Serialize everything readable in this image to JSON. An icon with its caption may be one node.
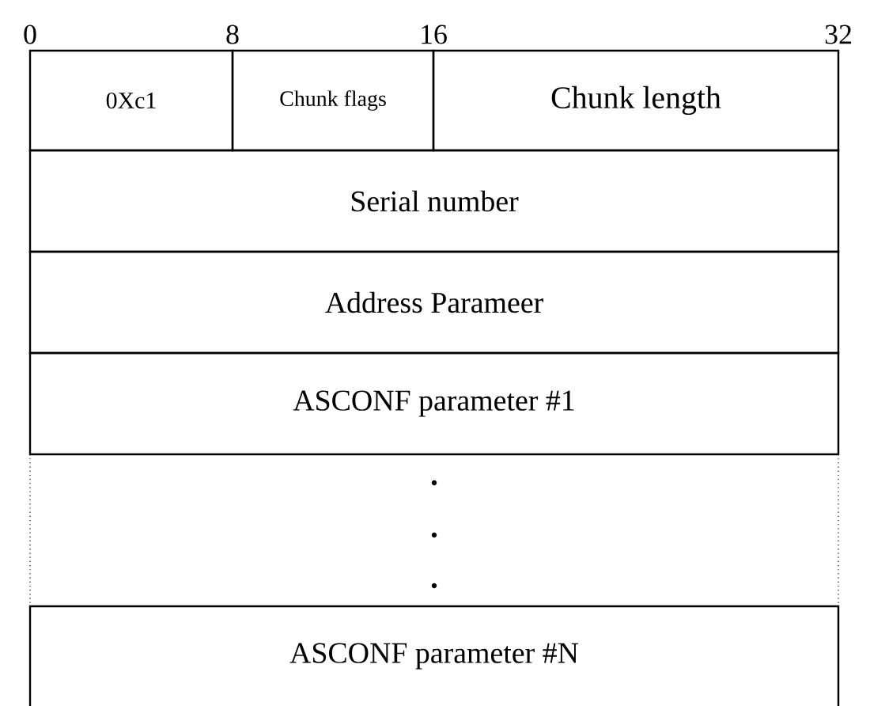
{
  "diagram": {
    "nodes": [
      {
        "text": [
          "0Xc1"
        ]
      },
      {
        "text": [
          "Chunk flags"
        ]
      },
      {
        "text": [
          "Chunk length"
        ]
      },
      {
        "text": [
          "Serial number"
        ]
      },
      {
        "text": [
          "Address Parameer"
        ]
      },
      {
        "text": [
          "ASCONF parameter #1"
        ]
      },
      {
        "text": [],
        "shape": "box"
      },
      {
        "text": [
          "ASCONF parameter #N"
        ]
      }
    ],
    "labels": [
      "0",
      "8",
      "16",
      "32"
    ]
  }
}
